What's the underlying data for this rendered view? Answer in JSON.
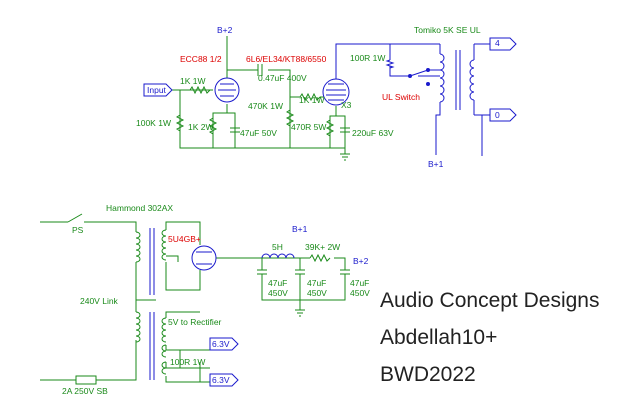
{
  "labels": {
    "b_plus_2_top": "B+2",
    "ecc88": "ECC88 1/2",
    "output_tube": "6L6/EL34/KT88/6550",
    "transformer": "Tomiko 5K SE UL",
    "out4": "4",
    "out0": "0",
    "input": "Input",
    "r_1k": "1K 1W",
    "r_100k": "100K 1W",
    "r_1k2w": "1K 2W",
    "c_47u50": "47uF 50V",
    "c_047": "0.47uF 400V",
    "r_470k": "470K 1W",
    "r_1k1w_b": "1K 1W",
    "x3": "X3",
    "r_470r": "470R 5W",
    "c_220u": "220uF 63V",
    "r_100r": "100R 1W",
    "ul_switch": "UL Switch",
    "b_plus_1_right": "B+1",
    "hammond": "Hammond 302AX",
    "ps": "PS",
    "rect_tube": "5U4GB+",
    "b_plus_1_ps": "B+1",
    "choke": "5H",
    "r_39k": "39K+ 2W",
    "b_plus_2_ps": "B+2",
    "cap1_a": "47uF",
    "cap1_b": "450V",
    "cap2_a": "47uF",
    "cap2_b": "450V",
    "cap3_a": "47uF",
    "cap3_b": "450V",
    "link": "240V Link",
    "fil_label": "5V to Rectifier",
    "v63a": "6.3V",
    "r_100r_fil": "100R 1W",
    "v63b": "6.3V",
    "fuse": "2A 250V SB"
  },
  "credits": {
    "line1": "Audio Concept Designs",
    "line2": "Abdellah10+",
    "line3": "BWD2022"
  }
}
